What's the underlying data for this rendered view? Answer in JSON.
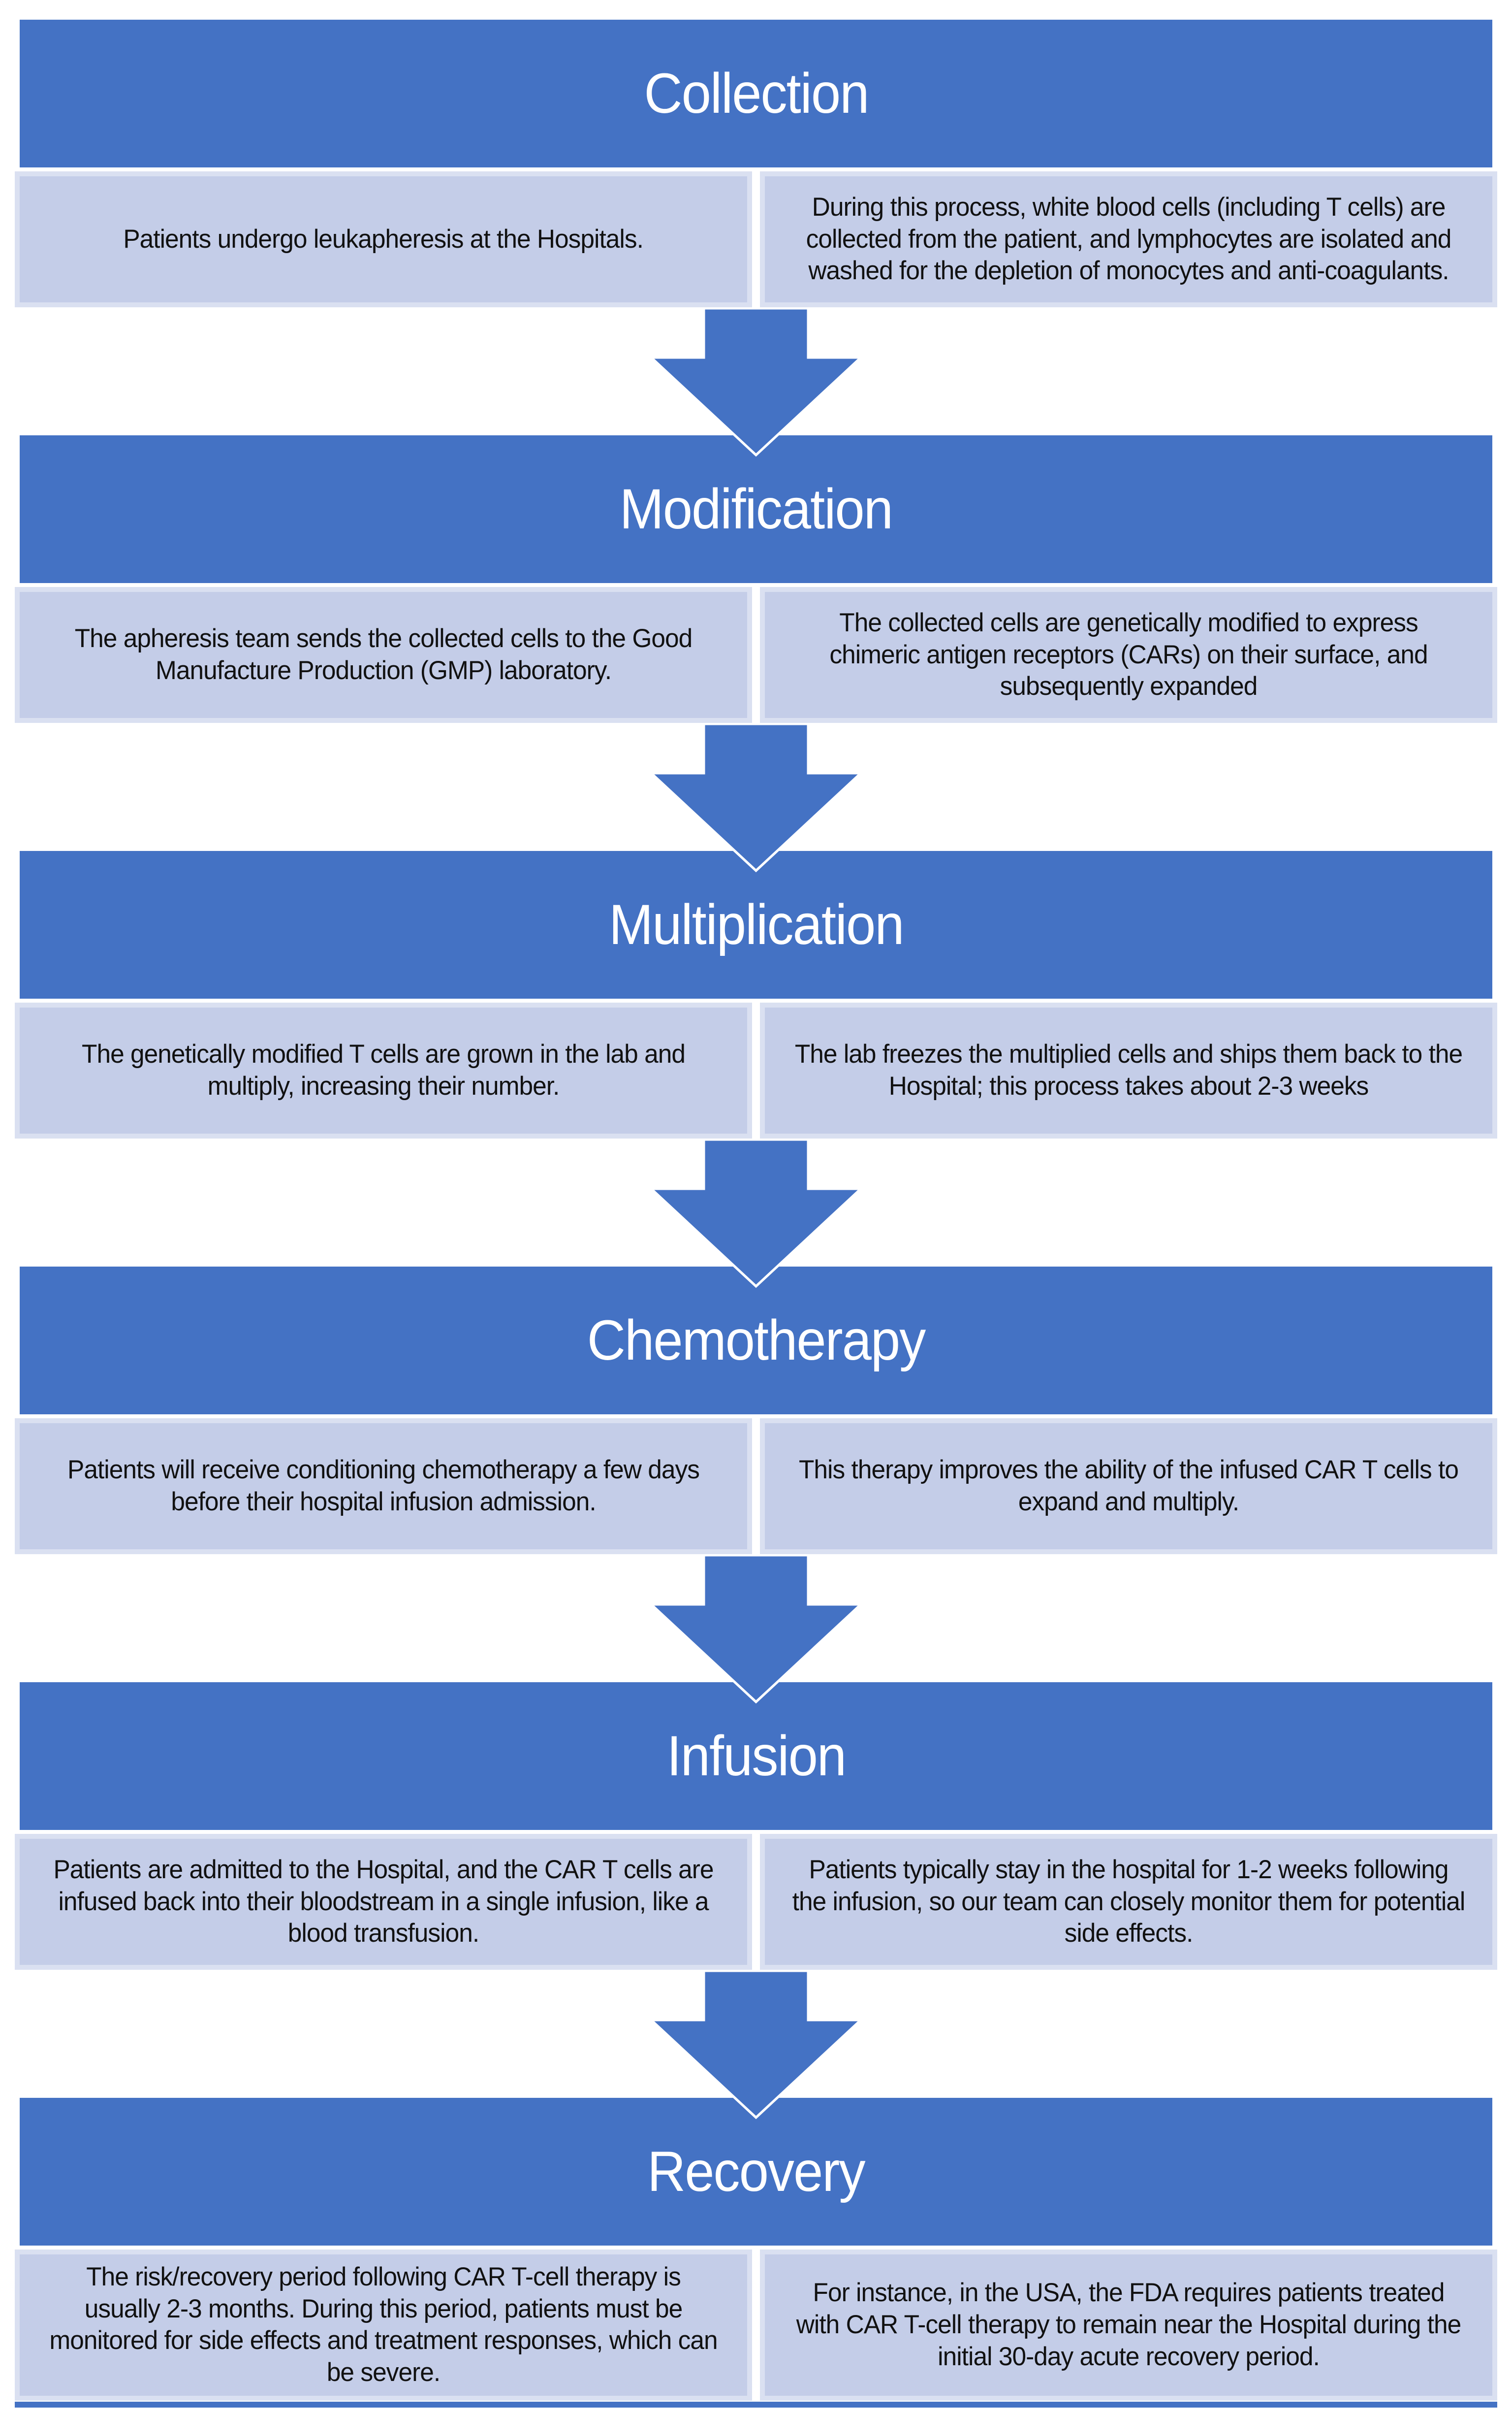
{
  "colors": {
    "header_blue": "#4472C4",
    "arrow_blue": "#4472C4",
    "box_fill": "#C4CDE8",
    "box_border": "#DAE0F1",
    "title_text": "#FFFFFF",
    "body_text": "#111111",
    "page_background": "#FFFFFF"
  },
  "stages": [
    {
      "title": "Collection",
      "left": "Patients undergo leukapheresis at the Hospitals.",
      "right": "During this process, white blood cells (including T cells) are collected from the patient, and lymphocytes are isolated and washed for the depletion of monocytes and anti-coagulants.",
      "arrow_after": true
    },
    {
      "title": "Modification",
      "left": "The apheresis team sends the collected cells to the Good Manufacture Production (GMP) laboratory.",
      "right": "The collected cells are genetically modified to express chimeric antigen receptors (CARs) on their surface, and subsequently expanded",
      "arrow_after": true
    },
    {
      "title": "Multiplication",
      "left": "The genetically modified T cells are grown in the lab and multiply, increasing their number.",
      "right": "The lab freezes the multiplied cells and ships them back to the Hospital; this process takes about 2-3 weeks",
      "arrow_after": true
    },
    {
      "title": "Chemotherapy",
      "left": "Patients will receive conditioning chemotherapy a few days before their hospital infusion admission.",
      "right": "This therapy improves the ability of the infused CAR T cells to expand and multiply.",
      "arrow_after": true
    },
    {
      "title": "Infusion",
      "left": "Patients are admitted to the Hospital, and the CAR T cells are infused back into their bloodstream in a single infusion, like a blood transfusion.",
      "right": "Patients typically stay in the hospital for 1-2 weeks following the infusion, so our team can closely monitor them for potential side effects.",
      "arrow_after": true
    },
    {
      "title": "Recovery",
      "left": "The risk/recovery period following CAR T-cell therapy is usually 2-3 months. During this period, patients must be monitored for side effects and treatment responses, which can be severe.",
      "right": "For instance, in the USA, the FDA requires patients treated with CAR T-cell therapy to remain near the Hospital during the initial 30-day acute recovery period.",
      "arrow_after": false
    }
  ]
}
